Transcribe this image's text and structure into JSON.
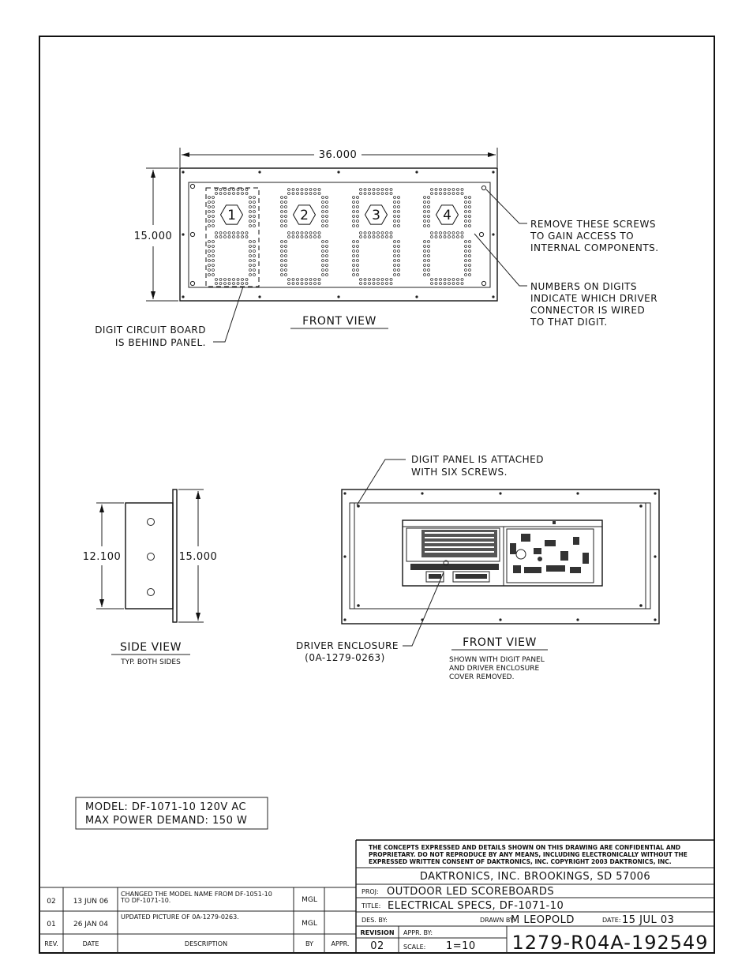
{
  "front_view_top": {
    "dim_width": "36.000",
    "dim_height": "15.000",
    "digit_numbers": [
      "1",
      "2",
      "3",
      "4"
    ],
    "title": "FRONT VIEW",
    "note_screws": [
      "REMOVE THESE SCREWS",
      "TO GAIN ACCESS TO",
      "INTERNAL COMPONENTS."
    ],
    "note_numbers": [
      "NUMBERS ON DIGITS",
      "INDICATE WHICH DRIVER",
      "CONNECTOR IS WIRED",
      "TO THAT DIGIT."
    ],
    "note_board": [
      "DIGIT CIRCUIT BOARD",
      "IS BEHIND PANEL."
    ]
  },
  "side_view": {
    "dim_inner": "12.100",
    "dim_outer": "15.000",
    "title": "SIDE VIEW",
    "subtitle": "TYP. BOTH SIDES"
  },
  "front_view_bottom": {
    "note_panel": [
      "DIGIT PANEL IS ATTACHED",
      "WITH SIX SCREWS."
    ],
    "note_enclosure": [
      "DRIVER ENCLOSURE",
      "(0A-1279-0263)"
    ],
    "title": "FRONT VIEW",
    "subtitle": [
      "SHOWN WITH DIGIT PANEL",
      "AND DRIVER ENCLOSURE",
      "COVER REMOVED."
    ]
  },
  "model_box": {
    "line1": "MODEL: DF-1071-10   120V AC",
    "line2": "MAX POWER DEMAND: 150 W"
  },
  "revisions": {
    "headers": [
      "REV.",
      "DATE",
      "DESCRIPTION",
      "BY",
      "APPR."
    ],
    "rows": [
      {
        "rev": "02",
        "date": "13 JUN 06",
        "desc1": "CHANGED THE MODEL NAME FROM DF-1051-10",
        "desc2": "TO DF-1071-10.",
        "by": "MGL",
        "appr": ""
      },
      {
        "rev": "01",
        "date": "26 JAN 04",
        "desc1": "UPDATED PICTURE OF 0A-1279-0263.",
        "desc2": "",
        "by": "MGL",
        "appr": ""
      }
    ]
  },
  "title_block": {
    "confidential": [
      "THE CONCEPTS EXPRESSED AND DETAILS SHOWN ON THIS DRAWING ARE CONFIDENTIAL AND",
      "PROPRIETARY. DO NOT REPRODUCE BY ANY MEANS, INCLUDING ELECTRONICALLY WITHOUT THE",
      "EXPRESSED WRITTEN CONSENT OF DAKTRONICS, INC.        COPYRIGHT 2003 DAKTRONICS, INC."
    ],
    "company": "DAKTRONICS, INC.   BROOKINGS, SD 57006",
    "proj_label": "PROJ:",
    "proj": "OUTDOOR LED SCOREBOARDS",
    "title_label": "TITLE:",
    "title": "ELECTRICAL SPECS, DF-1071-10",
    "des_label": "DES. BY:",
    "drawn_label": "DRAWN BY:",
    "drawn_by": "M LEOPOLD",
    "date_label": "DATE:",
    "date": "15 JUL 03",
    "revision_label": "REVISION",
    "revision": "02",
    "appr_label": "APPR. BY:",
    "scale_label": "SCALE:",
    "scale": "1=10",
    "drawing_number": "1279-R04A-192549"
  }
}
